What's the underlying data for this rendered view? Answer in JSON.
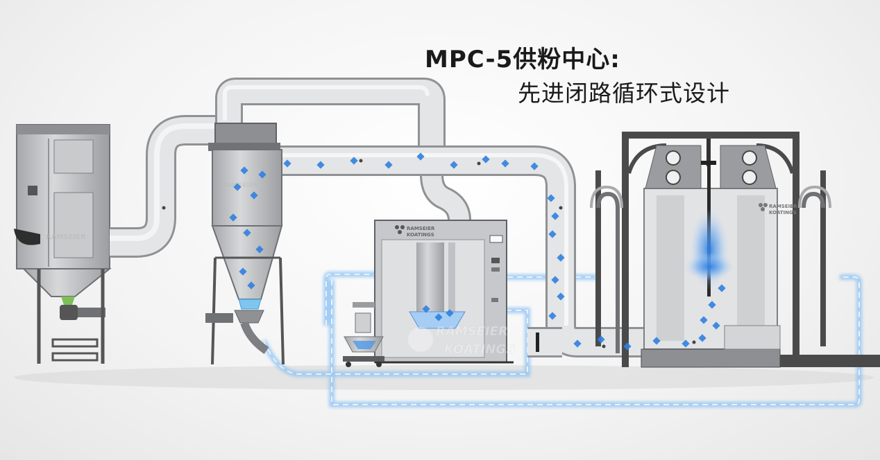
{
  "headline": {
    "line1": "MPC-5供粉中心:",
    "line2": "先进闭路循环式设计"
  },
  "brand": {
    "name_top": "RAMSEIER",
    "name_bottom": "KOATINGS"
  },
  "colors": {
    "pipe_grey": "#d9dadc",
    "machine_grey": "#bfc1c4",
    "frame_dark": "#3a3a3a",
    "powder_blue": "#2f7fe0",
    "return_line_blue": "#8fc3f2",
    "powder_bed_green": "#7fbf5a"
  },
  "icons": [
    "ramseier-logo-icon",
    "powder-particle-icon"
  ]
}
